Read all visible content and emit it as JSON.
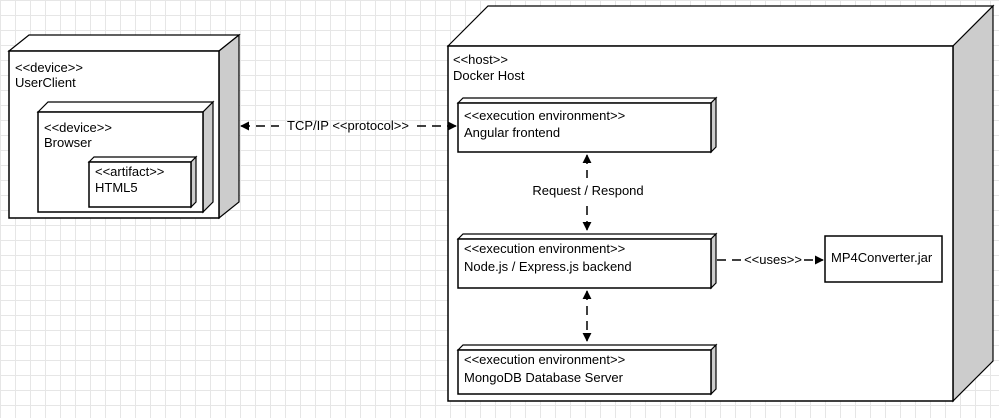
{
  "nodes": {
    "user_client": {
      "stereotype": "<<device>>",
      "name": "UserClient"
    },
    "browser": {
      "stereotype": "<<device>>",
      "name": "Browser"
    },
    "html5": {
      "stereotype": "<<artifact>>",
      "name": "HTML5"
    },
    "docker_host": {
      "stereotype": "<<host>>",
      "name": "Docker Host"
    },
    "angular": {
      "stereotype": "<<execution environment>>",
      "name": "Angular frontend"
    },
    "node_backend": {
      "stereotype": "<<execution environment>>",
      "name": "Node.js / Express.js backend"
    },
    "mongodb": {
      "stereotype": "<<execution environment>>",
      "name": "MongoDB Database Server"
    },
    "mp4converter": {
      "name": "MP4Converter.jar"
    }
  },
  "connections": {
    "tcp_ip": {
      "label": "TCP/IP <<protocol>>"
    },
    "request_respond": {
      "label": "Request / Respond"
    },
    "uses": {
      "label": "<<uses>>"
    },
    "db_link": {
      "label": ""
    }
  }
}
